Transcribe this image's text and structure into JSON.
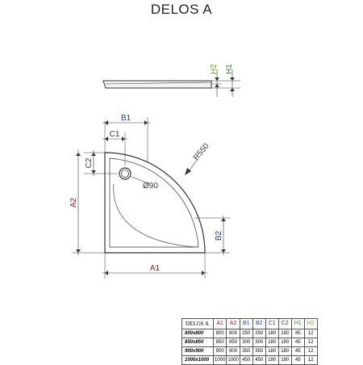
{
  "title": "DELOS A",
  "colors": {
    "A": "#8b1a1a",
    "B": "#1f3f8f",
    "C": "#3a3a3a",
    "H1": "#2d8a2d",
    "H2": "#6aa22e",
    "line": "#333333"
  },
  "labels": {
    "h1": "H1",
    "h2": "H2",
    "b1": "B1",
    "c1": "C1",
    "c2": "C2",
    "a1": "A1",
    "a2": "A2",
    "b2": "B2",
    "radius": "R550",
    "drain": "Ø90"
  },
  "table": {
    "model_header": "DELOS A",
    "columns": [
      "A1",
      "A2",
      "B1",
      "B2",
      "C1",
      "C2",
      "H1",
      "H2"
    ],
    "rows": [
      {
        "size": "800x800",
        "values": [
          "800",
          "800",
          "250",
          "250",
          "180",
          "180",
          "45",
          "12"
        ]
      },
      {
        "size": "850x850",
        "values": [
          "850",
          "850",
          "300",
          "300",
          "180",
          "180",
          "45",
          "12"
        ]
      },
      {
        "size": "900x900",
        "values": [
          "900",
          "900",
          "350",
          "350",
          "180",
          "180",
          "45",
          "12"
        ]
      },
      {
        "size": "1000x1000",
        "values": [
          "1000",
          "1000",
          "450",
          "450",
          "180",
          "180",
          "45",
          "12"
        ]
      }
    ]
  }
}
